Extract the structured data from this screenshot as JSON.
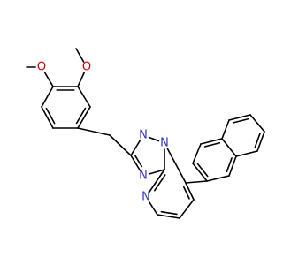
{
  "structure": {
    "atom_labels": {
      "o1": "O",
      "o2": "O",
      "n1": "N",
      "n2": "N",
      "n3": "N",
      "n4": "N"
    },
    "colors": {
      "bond": "#000000",
      "oxygen": "#cc0000",
      "nitrogen": "#3333cc",
      "background": "#ffffff"
    }
  }
}
